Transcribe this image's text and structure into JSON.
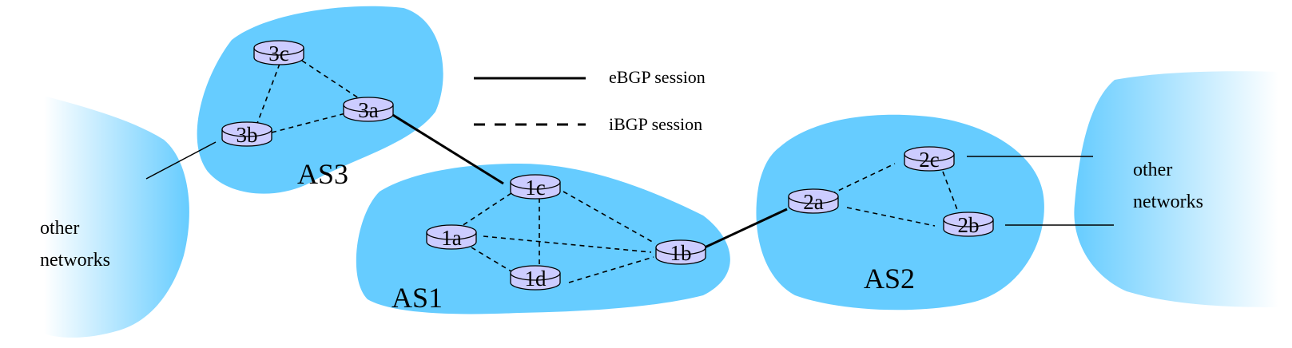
{
  "legend": {
    "ebgp_label": "eBGP session",
    "ibgp_label": "iBGP session"
  },
  "autonomous_systems": {
    "as1": "AS1",
    "as2": "AS2",
    "as3": "AS3"
  },
  "other_networks": {
    "left_line1": "other",
    "left_line2": "networks",
    "right_line1": "other",
    "right_line2": "networks"
  },
  "routers": {
    "r1a": "1a",
    "r1b": "1b",
    "r1c": "1c",
    "r1d": "1d",
    "r2a": "2a",
    "r2b": "2b",
    "r2c": "2c",
    "r3a": "3a",
    "r3b": "3b",
    "r3c": "3c"
  },
  "colors": {
    "as_fill": "#66ccff",
    "router_fill": "#ccccff",
    "other_network_fill": "#66ccff"
  }
}
